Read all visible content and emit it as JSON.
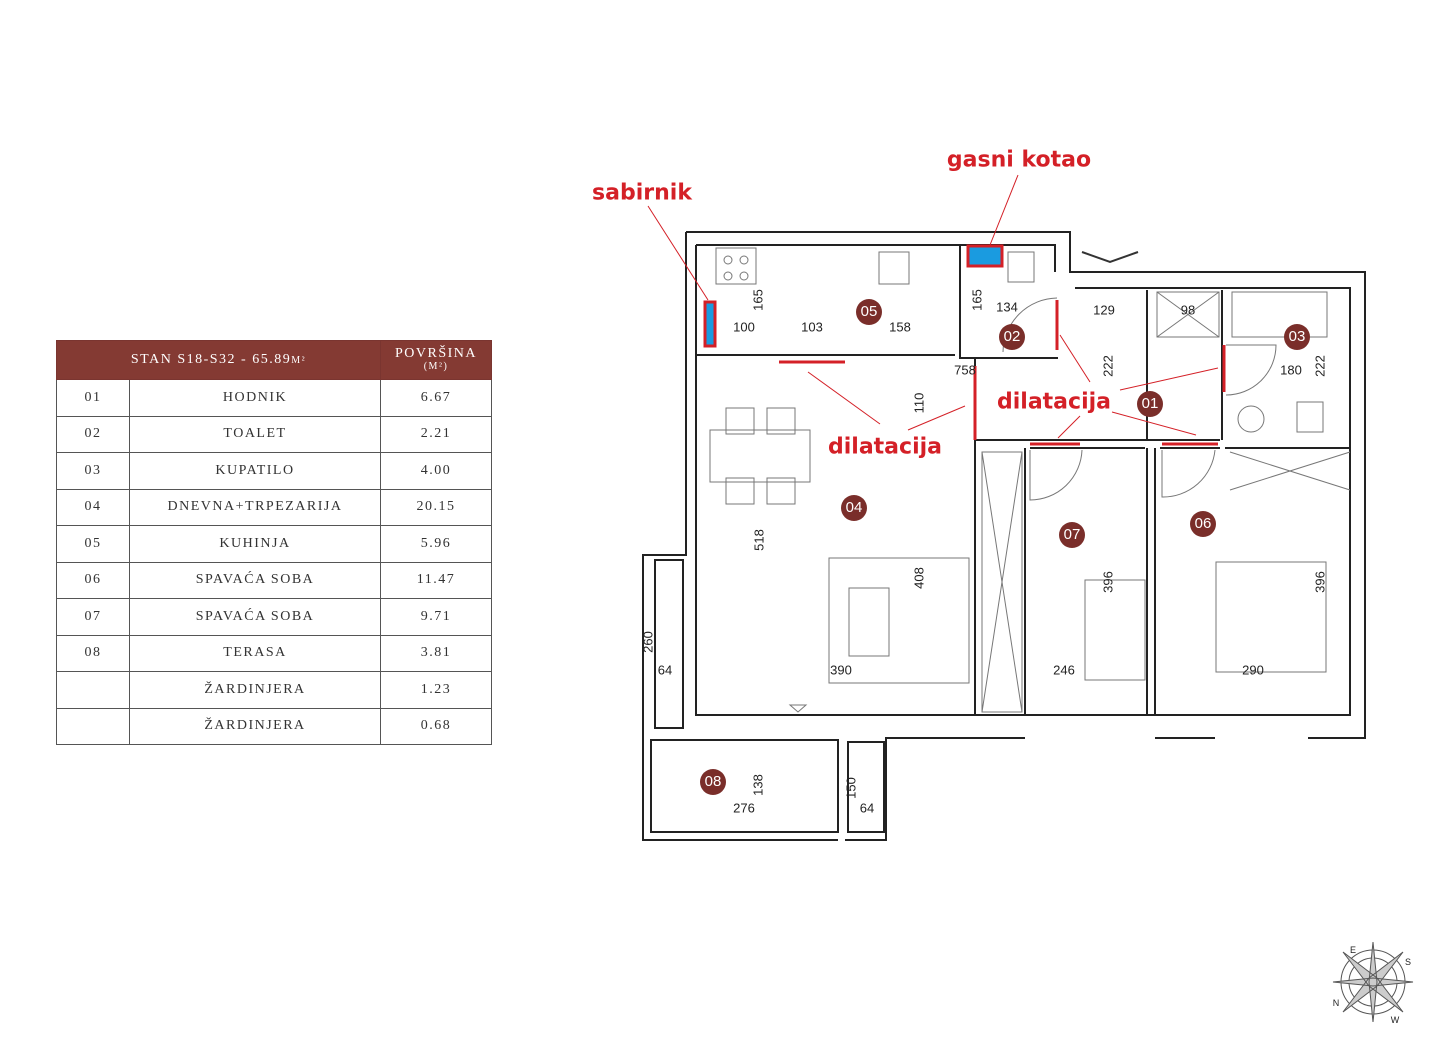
{
  "table": {
    "title": "STAN S18-S32 - 65.89",
    "title_unit": "M²",
    "area_header": "POVRŠINA",
    "area_unit": "(M²)",
    "rows": [
      {
        "no": "01",
        "name": "HODNIK",
        "area": "6.67"
      },
      {
        "no": "02",
        "name": "TOALET",
        "area": "2.21"
      },
      {
        "no": "03",
        "name": "KUPATILO",
        "area": "4.00"
      },
      {
        "no": "04",
        "name": "DNEVNA+TRPEZARIJA",
        "area": "20.15"
      },
      {
        "no": "05",
        "name": "KUHINJA",
        "area": "5.96"
      },
      {
        "no": "06",
        "name": "SPAVAĆA SOBA",
        "area": "11.47"
      },
      {
        "no": "07",
        "name": "SPAVAĆA SOBA",
        "area": "9.71"
      },
      {
        "no": "08",
        "name": "TERASA",
        "area": "3.81"
      },
      {
        "no": "",
        "name": "ŽARDINJERA",
        "area": "1.23"
      },
      {
        "no": "",
        "name": "ŽARDINJERA",
        "area": "0.68"
      }
    ]
  },
  "annotations": {
    "sabirnik": "sabirnik",
    "gasni_kotao": "gasni kotao",
    "dilatacija_1": "dilatacija",
    "dilatacija_2": "dilatacija"
  },
  "rooms": {
    "r01": "01",
    "r02": "02",
    "r03": "03",
    "r04": "04",
    "r05": "05",
    "r06": "06",
    "r07": "07",
    "r08": "08"
  },
  "dims": {
    "d1": "165",
    "d2": "100",
    "d3": "103",
    "d4": "158",
    "d5": "165",
    "d6": "134",
    "d7": "129",
    "d8": "98",
    "d9": "222",
    "d10": "180",
    "d11": "222",
    "d12": "758",
    "d13": "110",
    "d14": "518",
    "d15": "408",
    "d16": "396",
    "d17": "396",
    "d18": "390",
    "d19": "246",
    "d20": "290",
    "d21": "260",
    "d22": "64",
    "d23": "138",
    "d24": "276",
    "d25": "150",
    "d26": "64"
  },
  "compass": {
    "labels": [
      "E",
      "S",
      "W",
      "N"
    ]
  },
  "colors": {
    "table_header": "#843a33",
    "annotation": "#d42027",
    "badge": "#7a2e2a",
    "highlight": "#1a9be0"
  }
}
